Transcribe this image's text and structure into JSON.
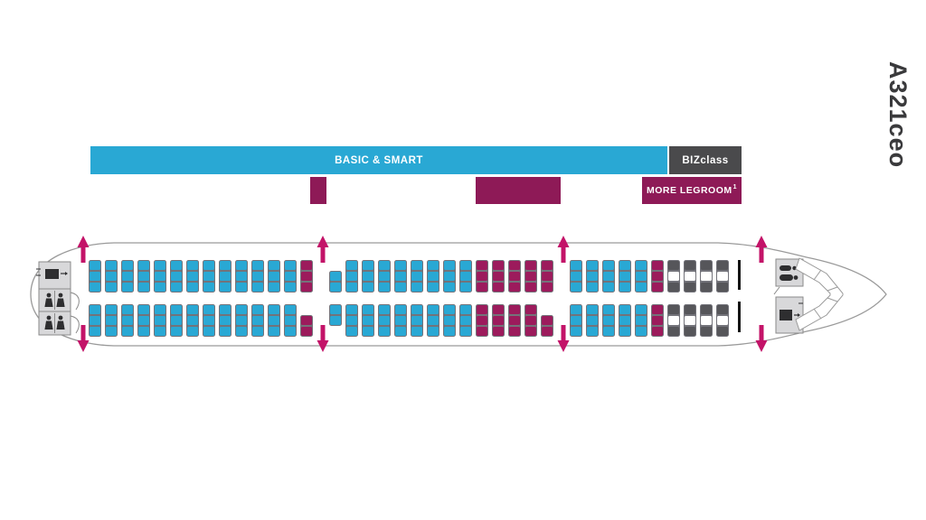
{
  "title": {
    "text": "A321ceo"
  },
  "legend": {
    "basic_smart": {
      "label": "BASIC & SMART"
    },
    "bizclass": {
      "label": "BIZclass"
    },
    "more_legroom": {
      "label": "MORE LEGROOM",
      "superscript": "1"
    }
  },
  "colors": {
    "economy_seat": "#29a8d4",
    "more_legroom_seat": "#9c1b5c",
    "biz_seat": "#56565a",
    "biz_blocked_seat": "#ffffff",
    "seat_frame": "#73737a",
    "legend_basic_smart_bg": "#29a8d4",
    "legend_bizclass_bg": "#4a4a4c",
    "legend_more_legroom_bg": "#8e1a57",
    "exit_arrow": "#c31368",
    "fuselage_outline": "#9a9a9a",
    "facility_box_fill": "#d8d8da",
    "facility_box_stroke": "#8a8a8a",
    "facility_icon": "#2e2e30",
    "bulkhead": "#141414",
    "title_color": "#3a3a3c"
  },
  "aircraft": {
    "name": "A321ceo cabin seat map, nose facing right",
    "seat_map": {
      "token_legend": {
        "E": "economy column, 3 seats (Basic & Smart)",
        "M": "more-legroom column, 3 seats",
        "E2b": "economy column, 2 seats, lower-aligned",
        "E2t": "economy column, 2 seats, upper-aligned",
        "M2b": "more-legroom column, 2 seats, lower-aligned",
        "B": "BIZclass column, middle seat blocked",
        "GAP": "emergency exit gap"
      },
      "top_block": [
        "E",
        "E",
        "E",
        "E",
        "E",
        "E",
        "E",
        "E",
        "E",
        "E",
        "E",
        "E",
        "E",
        "M",
        "GAP",
        "E2b",
        "E",
        "E",
        "E",
        "E",
        "E",
        "E",
        "E",
        "E",
        "M",
        "M",
        "M",
        "M",
        "M",
        "GAP",
        "E",
        "E",
        "E",
        "E",
        "E",
        "M",
        "B",
        "B",
        "B",
        "B"
      ],
      "bottom_block": [
        "E",
        "E",
        "E",
        "E",
        "E",
        "E",
        "E",
        "E",
        "E",
        "E",
        "E",
        "E",
        "E",
        "M2b",
        "GAP",
        "E2t",
        "E",
        "E",
        "E",
        "E",
        "E",
        "E",
        "E",
        "E",
        "M",
        "M",
        "M",
        "M",
        "M2b",
        "GAP",
        "E",
        "E",
        "E",
        "E",
        "E",
        "M",
        "B",
        "B",
        "B",
        "B"
      ],
      "exits": [
        "rear-door",
        "overwing-exit-1",
        "overwing-exit-2",
        "front-door"
      ]
    },
    "facilities": {
      "rear": [
        "galley",
        "lavatory",
        "lavatory"
      ],
      "front": [
        "lavatory",
        "galley"
      ]
    }
  }
}
